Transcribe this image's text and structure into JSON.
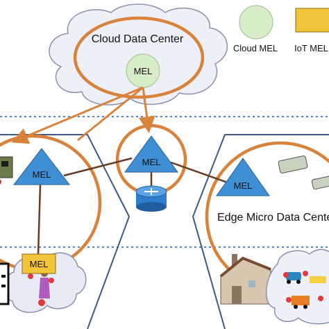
{
  "cloud": {
    "title": "Cloud Data Center",
    "mel": "MEL"
  },
  "legend": {
    "cloud_mel": "Cloud MEL",
    "iot_mel": "IoT MEL"
  },
  "nodes": {
    "center_mel": "MEL",
    "left_mel": "MEL",
    "right_mel": "MEL",
    "iot_mel": "MEL"
  },
  "edge": {
    "title": "Edge Micro Data Center"
  },
  "colors": {
    "orange": "#d9823b",
    "brown": "#6b3a1e",
    "hex_border": "#3a5a84",
    "triangle": "#3f8fd4",
    "cloud_mel": "#d7ecc8",
    "iot_mel": "#f2c43a",
    "dotted": "#4d86c6"
  }
}
